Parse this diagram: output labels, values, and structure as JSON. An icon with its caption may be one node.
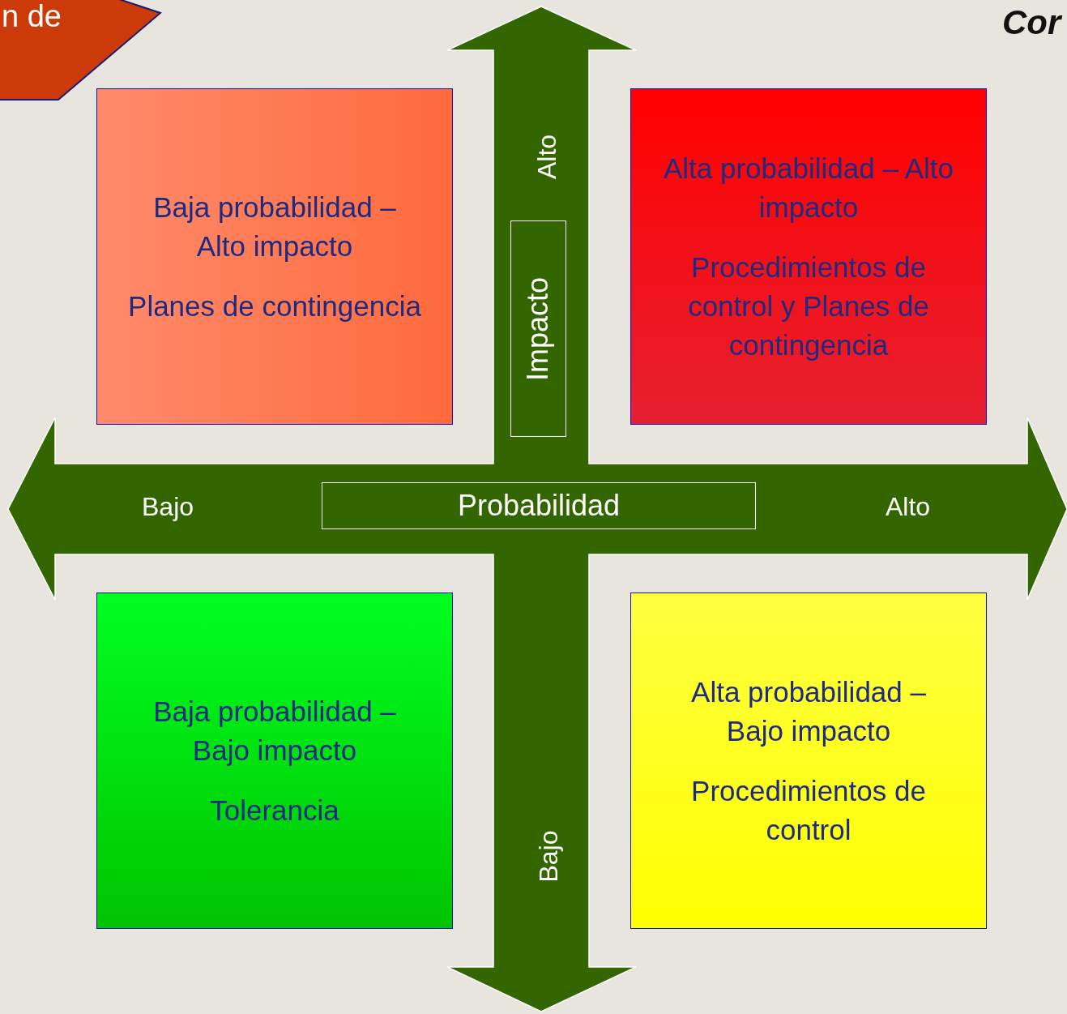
{
  "diagram": {
    "nodes": [
      {
        "text": [
          "n de"
        ]
      },
      {
        "text": [
          "Baja probabilidad – Alto impacto",
          "Planes de contingencia"
        ]
      },
      {
        "text": [
          "Alta probabilidad – Alto impacto",
          "Procedimientos de control y Planes de contingencia"
        ]
      },
      {
        "text": [
          "Impacto"
        ]
      },
      {
        "text": [
          "Probabilidad"
        ]
      },
      {
        "text": [
          "Baja probabilidad – Bajo impacto",
          "Tolerancia"
        ]
      },
      {
        "text": [
          "Alta probabilidad – Bajo impacto",
          "Procedimientos de control"
        ]
      }
    ],
    "labels": [
      "Cor",
      "Alto",
      "Bajo",
      "Alto",
      "Bajo"
    ]
  }
}
